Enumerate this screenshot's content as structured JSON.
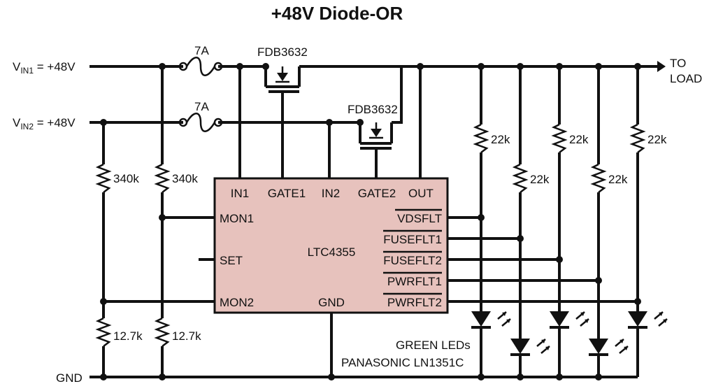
{
  "title": "+48V Diode-OR",
  "inputs": {
    "vin1_prefix": "V",
    "vin1_sub": "IN1",
    "vin1_value": " = +48V",
    "vin2_prefix": "V",
    "vin2_sub": "IN2",
    "vin2_value": " = +48V"
  },
  "output": {
    "line1": "TO",
    "line2": "LOAD"
  },
  "ground_label": "GND",
  "fuses": [
    "7A",
    "7A"
  ],
  "mosfets": [
    "FDB3632",
    "FDB3632"
  ],
  "resistors": {
    "divider_top": [
      "340k",
      "340k"
    ],
    "divider_bottom": [
      "12.7k",
      "12.7k"
    ],
    "pullups": [
      "22k",
      "22k",
      "22k",
      "22k",
      "22k"
    ]
  },
  "ic": {
    "name": "LTC4355",
    "pins_top": [
      "IN1",
      "GATE1",
      "IN2",
      "GATE2",
      "OUT"
    ],
    "pins_left": [
      "MON1",
      "SET",
      "MON2"
    ],
    "pin_bottom": "GND",
    "pins_right": [
      "VDSFLT",
      "FUSEFLT1",
      "FUSEFLT2",
      "PWRFLT1",
      "PWRFLT2"
    ]
  },
  "led_note": {
    "line1": "GREEN LEDs",
    "line2": "PANASONIC LN1351C"
  }
}
